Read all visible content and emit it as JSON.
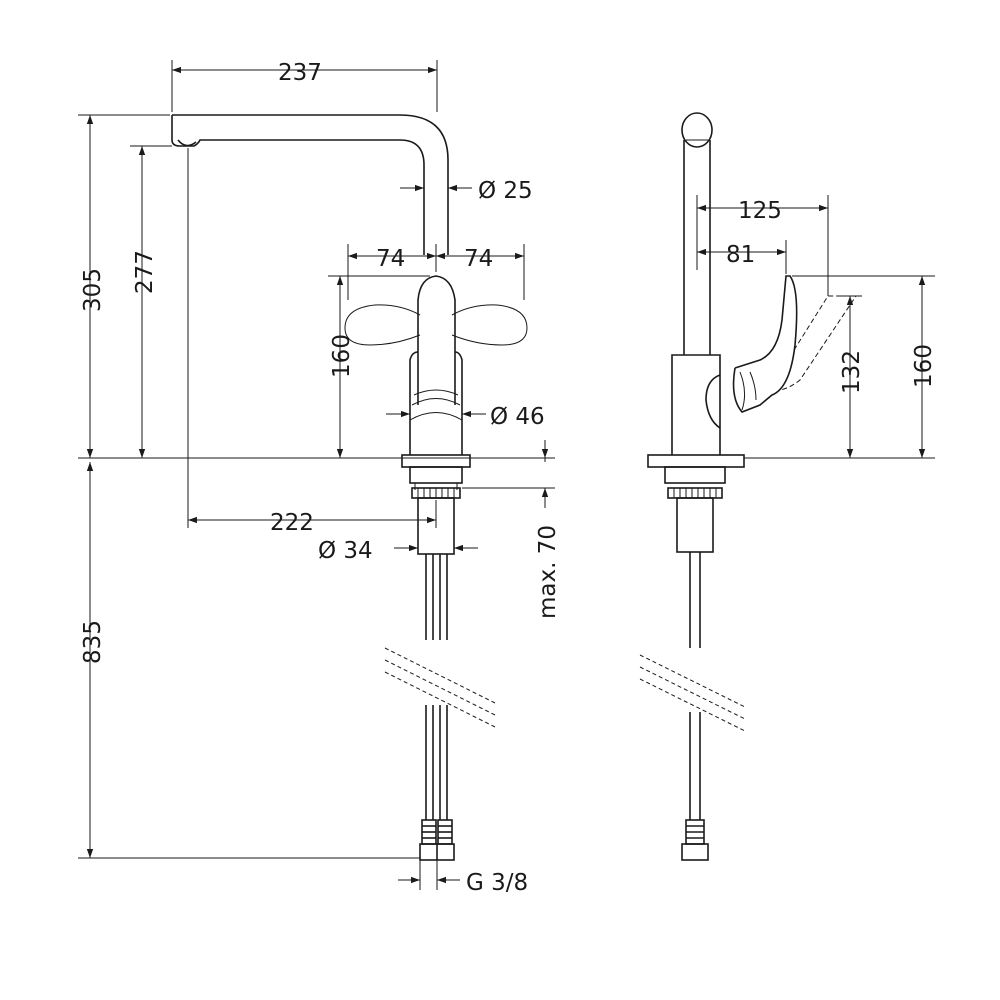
{
  "dimensions": {
    "spout_reach": "237",
    "total_height": "305",
    "outlet_height": "277",
    "spout_diameter": "Ø 25",
    "handle_left": "74",
    "handle_right": "74",
    "handle_height": "160",
    "body_diameter": "Ø 46",
    "outlet_reach": "222",
    "shank_diameter": "Ø 34",
    "max_thickness": "max. 70",
    "hose_length": "835",
    "connection": "G 3/8",
    "side_reach_125": "125",
    "side_reach_81": "81",
    "side_height_132": "132",
    "side_height_160": "160"
  }
}
